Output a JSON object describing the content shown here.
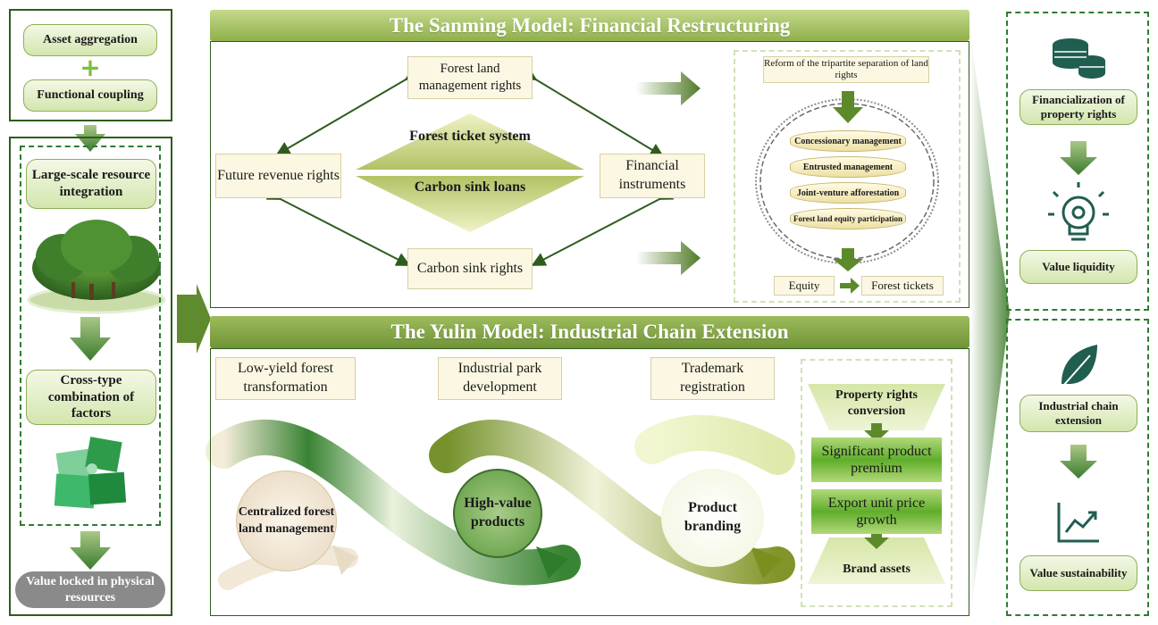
{
  "left": {
    "asset_aggregation": "Asset aggregation",
    "functional_coupling": "Functional coupling",
    "large_scale": "Large-scale resource integration",
    "cross_type": "Cross-type combination of factors",
    "value_locked": "Value locked in physical resources"
  },
  "sanming": {
    "title": "The Sanming Model: Financial Restructuring",
    "forest_land_mgmt": "Forest land management rights",
    "future_revenue": "Future revenue rights",
    "financial_instruments": "Financial instruments",
    "carbon_sink_rights": "Carbon sink rights",
    "forest_ticket": "Forest ticket system",
    "carbon_sink_loans": "Carbon sink loans",
    "reform": "Reform of the tripartite separation of land rights",
    "layers": [
      "Concessionary management",
      "Entrusted management",
      "Joint-venture afforestation",
      "Forest land equity participation"
    ],
    "equity": "Equity",
    "forest_tickets": "Forest tickets"
  },
  "yulin": {
    "title": "The Yulin Model: Industrial Chain Extension",
    "low_yield": "Low-yield forest transformation",
    "industrial_park": "Industrial park development",
    "trademark": "Trademark registration",
    "centralized": "Centralized forest land management",
    "high_value": "High-value products",
    "product_branding": "Product branding",
    "property_conversion": "Property rights conversion",
    "premium": "Significant product premium",
    "export_growth": "Export unit price growth",
    "brand_assets": "Brand assets"
  },
  "right": {
    "financialization": "Financialization of property rights",
    "value_liquidity": "Value liquidity",
    "industrial_chain": "Industrial chain extension",
    "value_sustainability": "Value sustainability"
  },
  "colors": {
    "dark_green": "#2f5c1e",
    "accent_green": "#5a8a2a",
    "banner": "#a8c46a",
    "icon_teal": "#1f5e50"
  }
}
